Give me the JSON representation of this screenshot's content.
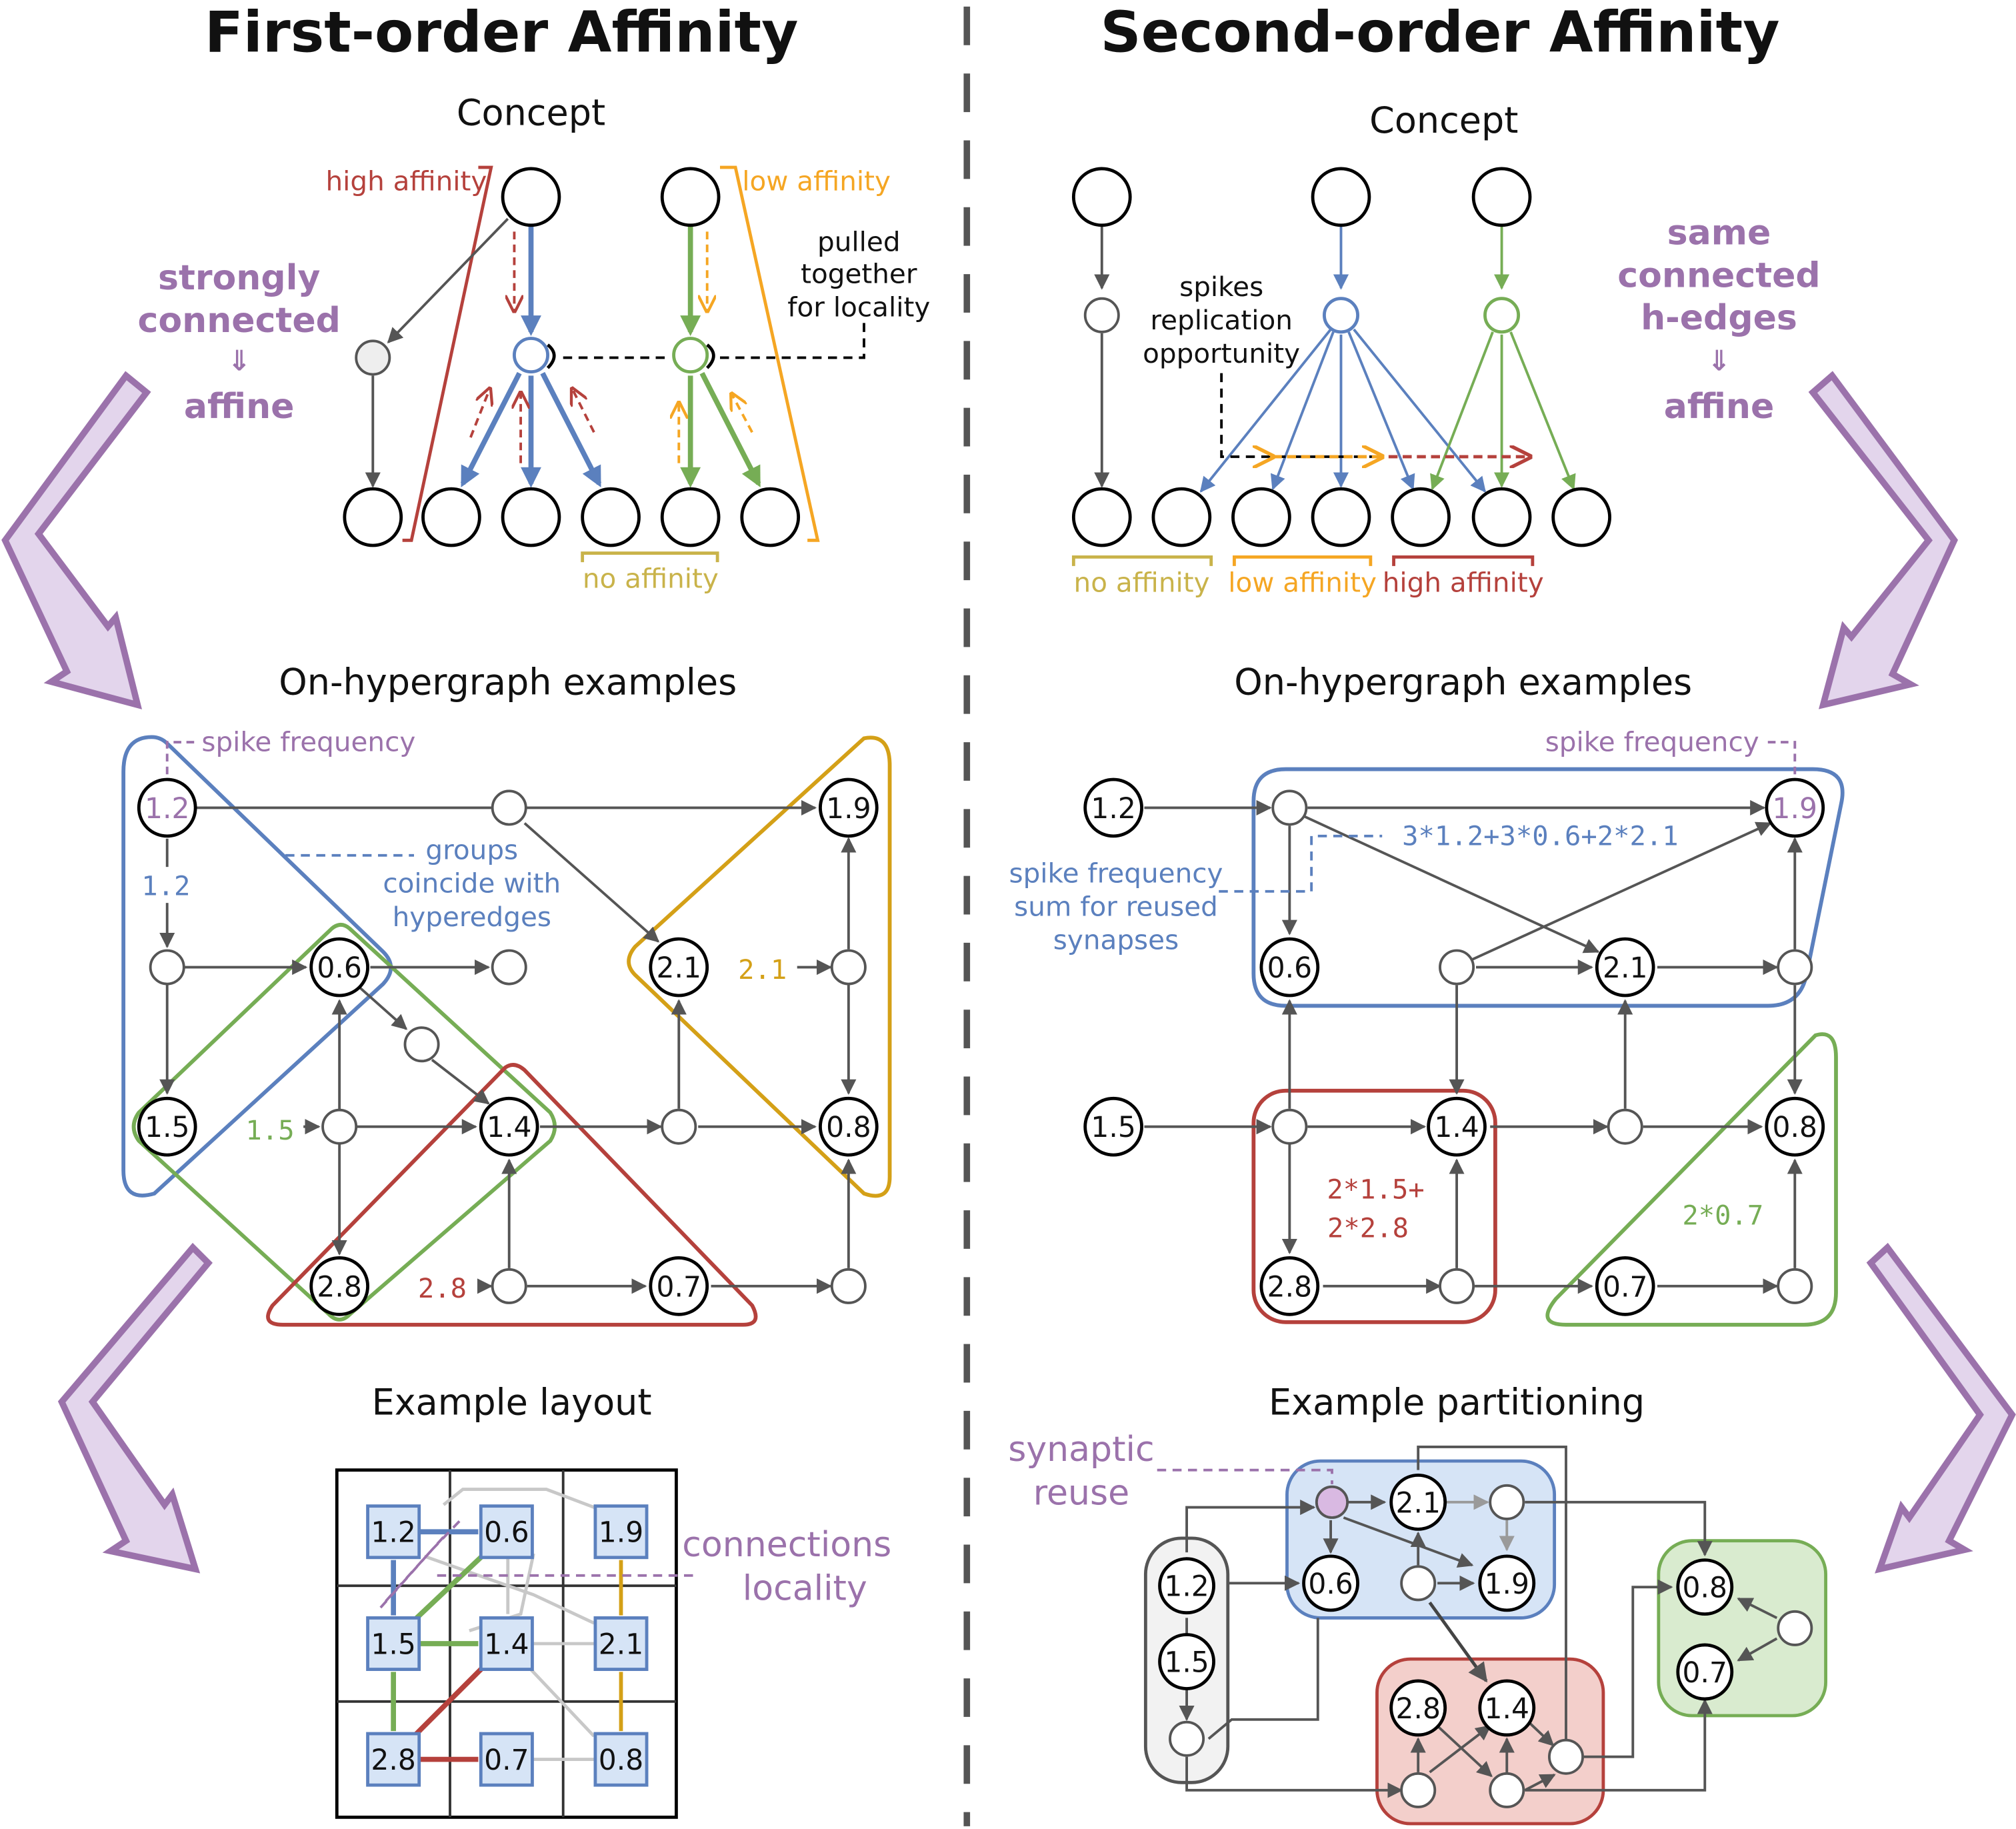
{
  "titles": {
    "left": "First-order Affinity",
    "right": "Second-order Affinity"
  },
  "sections": {
    "concept": "Concept",
    "hypergraph": "On-hypergraph examples",
    "layout": "Example layout",
    "partitioning": "Example partitioning"
  },
  "left_concept": {
    "high_affinity": "high affinity",
    "low_affinity": "low affinity",
    "no_affinity": "no affinity",
    "pulled_lines": [
      "pulled",
      "together",
      "for locality"
    ]
  },
  "left_side_note": [
    "strongly",
    "connected",
    "⇓",
    "affine"
  ],
  "right_concept": {
    "spikes_lines": [
      "spikes",
      "replication",
      "opportunity"
    ],
    "no_affinity": "no affinity",
    "low_affinity": "low affinity",
    "high_affinity": "high affinity"
  },
  "right_side_note": [
    "same",
    "connected",
    "h-edges",
    "⇓",
    "affine"
  ],
  "left_hyper": {
    "spike_frequency": "spike frequency",
    "groups_lines": [
      "groups",
      "coincide with",
      "hyperedges"
    ],
    "nodes": {
      "n12": "1.2",
      "n19": "1.9",
      "n06": "0.6",
      "n21": "2.1",
      "n15": "1.5",
      "n14": "1.4",
      "n08": "0.8",
      "n28": "2.8",
      "n07": "0.7"
    },
    "edge_labels": {
      "e12": "1.2",
      "e15": "1.5",
      "e21": "2.1",
      "e28": "2.8"
    }
  },
  "right_hyper": {
    "spike_frequency": "spike frequency",
    "sum_lines": [
      "spike frequency",
      "sum for reused",
      "synapses"
    ],
    "formula_blue": "3*1.2+3*0.6+2*2.1",
    "formula_red_lines": [
      "2*1.5+",
      "2*2.8"
    ],
    "formula_green": "2*0.7",
    "nodes": {
      "n12": "1.2",
      "n19": "1.9",
      "n06": "0.6",
      "n21": "2.1",
      "n15": "1.5",
      "n14": "1.4",
      "n08": "0.8",
      "n28": "2.8",
      "n07": "0.7"
    }
  },
  "layout_grid": {
    "cells": [
      "1.2",
      "0.6",
      "1.9",
      "1.5",
      "1.4",
      "2.1",
      "2.8",
      "0.7",
      "0.8"
    ],
    "connections_lines": [
      "connections",
      "locality"
    ]
  },
  "partitioning": {
    "synaptic_lines": [
      "synaptic",
      "reuse"
    ],
    "nodes": {
      "n12": "1.2",
      "n15": "1.5",
      "n21": "2.1",
      "n06": "0.6",
      "n19": "1.9",
      "n08": "0.8",
      "n07": "0.7",
      "n28": "2.8",
      "n14": "1.4"
    }
  },
  "colors": {
    "blue": "#5b80be",
    "green": "#76ad55",
    "red": "#b5413c",
    "orange": "#f5a623",
    "gold": "#d4a017",
    "olive": "#c9b34a",
    "purple": "#9b72ab",
    "gray": "#5a5a5a"
  }
}
